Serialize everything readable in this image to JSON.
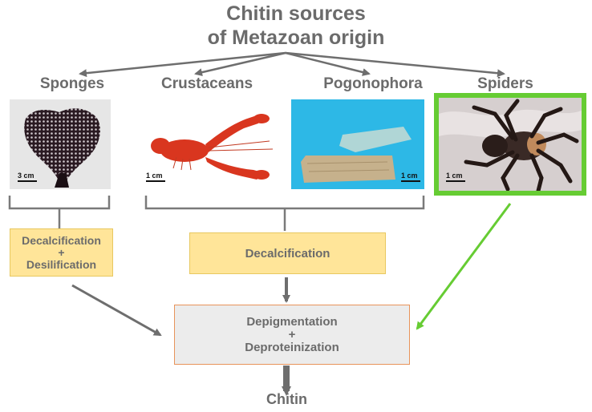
{
  "title": {
    "line1": "Chitin sources",
    "line2": "of Metazoan origin"
  },
  "sources": [
    {
      "name": "Sponges",
      "scale": "3 cm"
    },
    {
      "name": "Crustaceans",
      "scale": "1 cm"
    },
    {
      "name": "Pogonophora",
      "scale": "1 cm"
    },
    {
      "name": "Spiders",
      "scale": "1 cm"
    }
  ],
  "steps": {
    "sponge_step": {
      "line1": "Decalcification",
      "line2": "+",
      "line3": "Desilification"
    },
    "crust_step": {
      "line1": "Decalcification"
    },
    "common_step": {
      "line1": "Depigmentation",
      "line2": "+",
      "line3": "Deproteinization"
    }
  },
  "result": "Chitin",
  "colors": {
    "text_gray": "#6b6b6b",
    "arrow_gray": "#6e6e6e",
    "highlight_green": "#66cc33",
    "step_yellow": "#ffe599",
    "step_gray": "#ececec",
    "step_border_orange": "#e8935a"
  }
}
